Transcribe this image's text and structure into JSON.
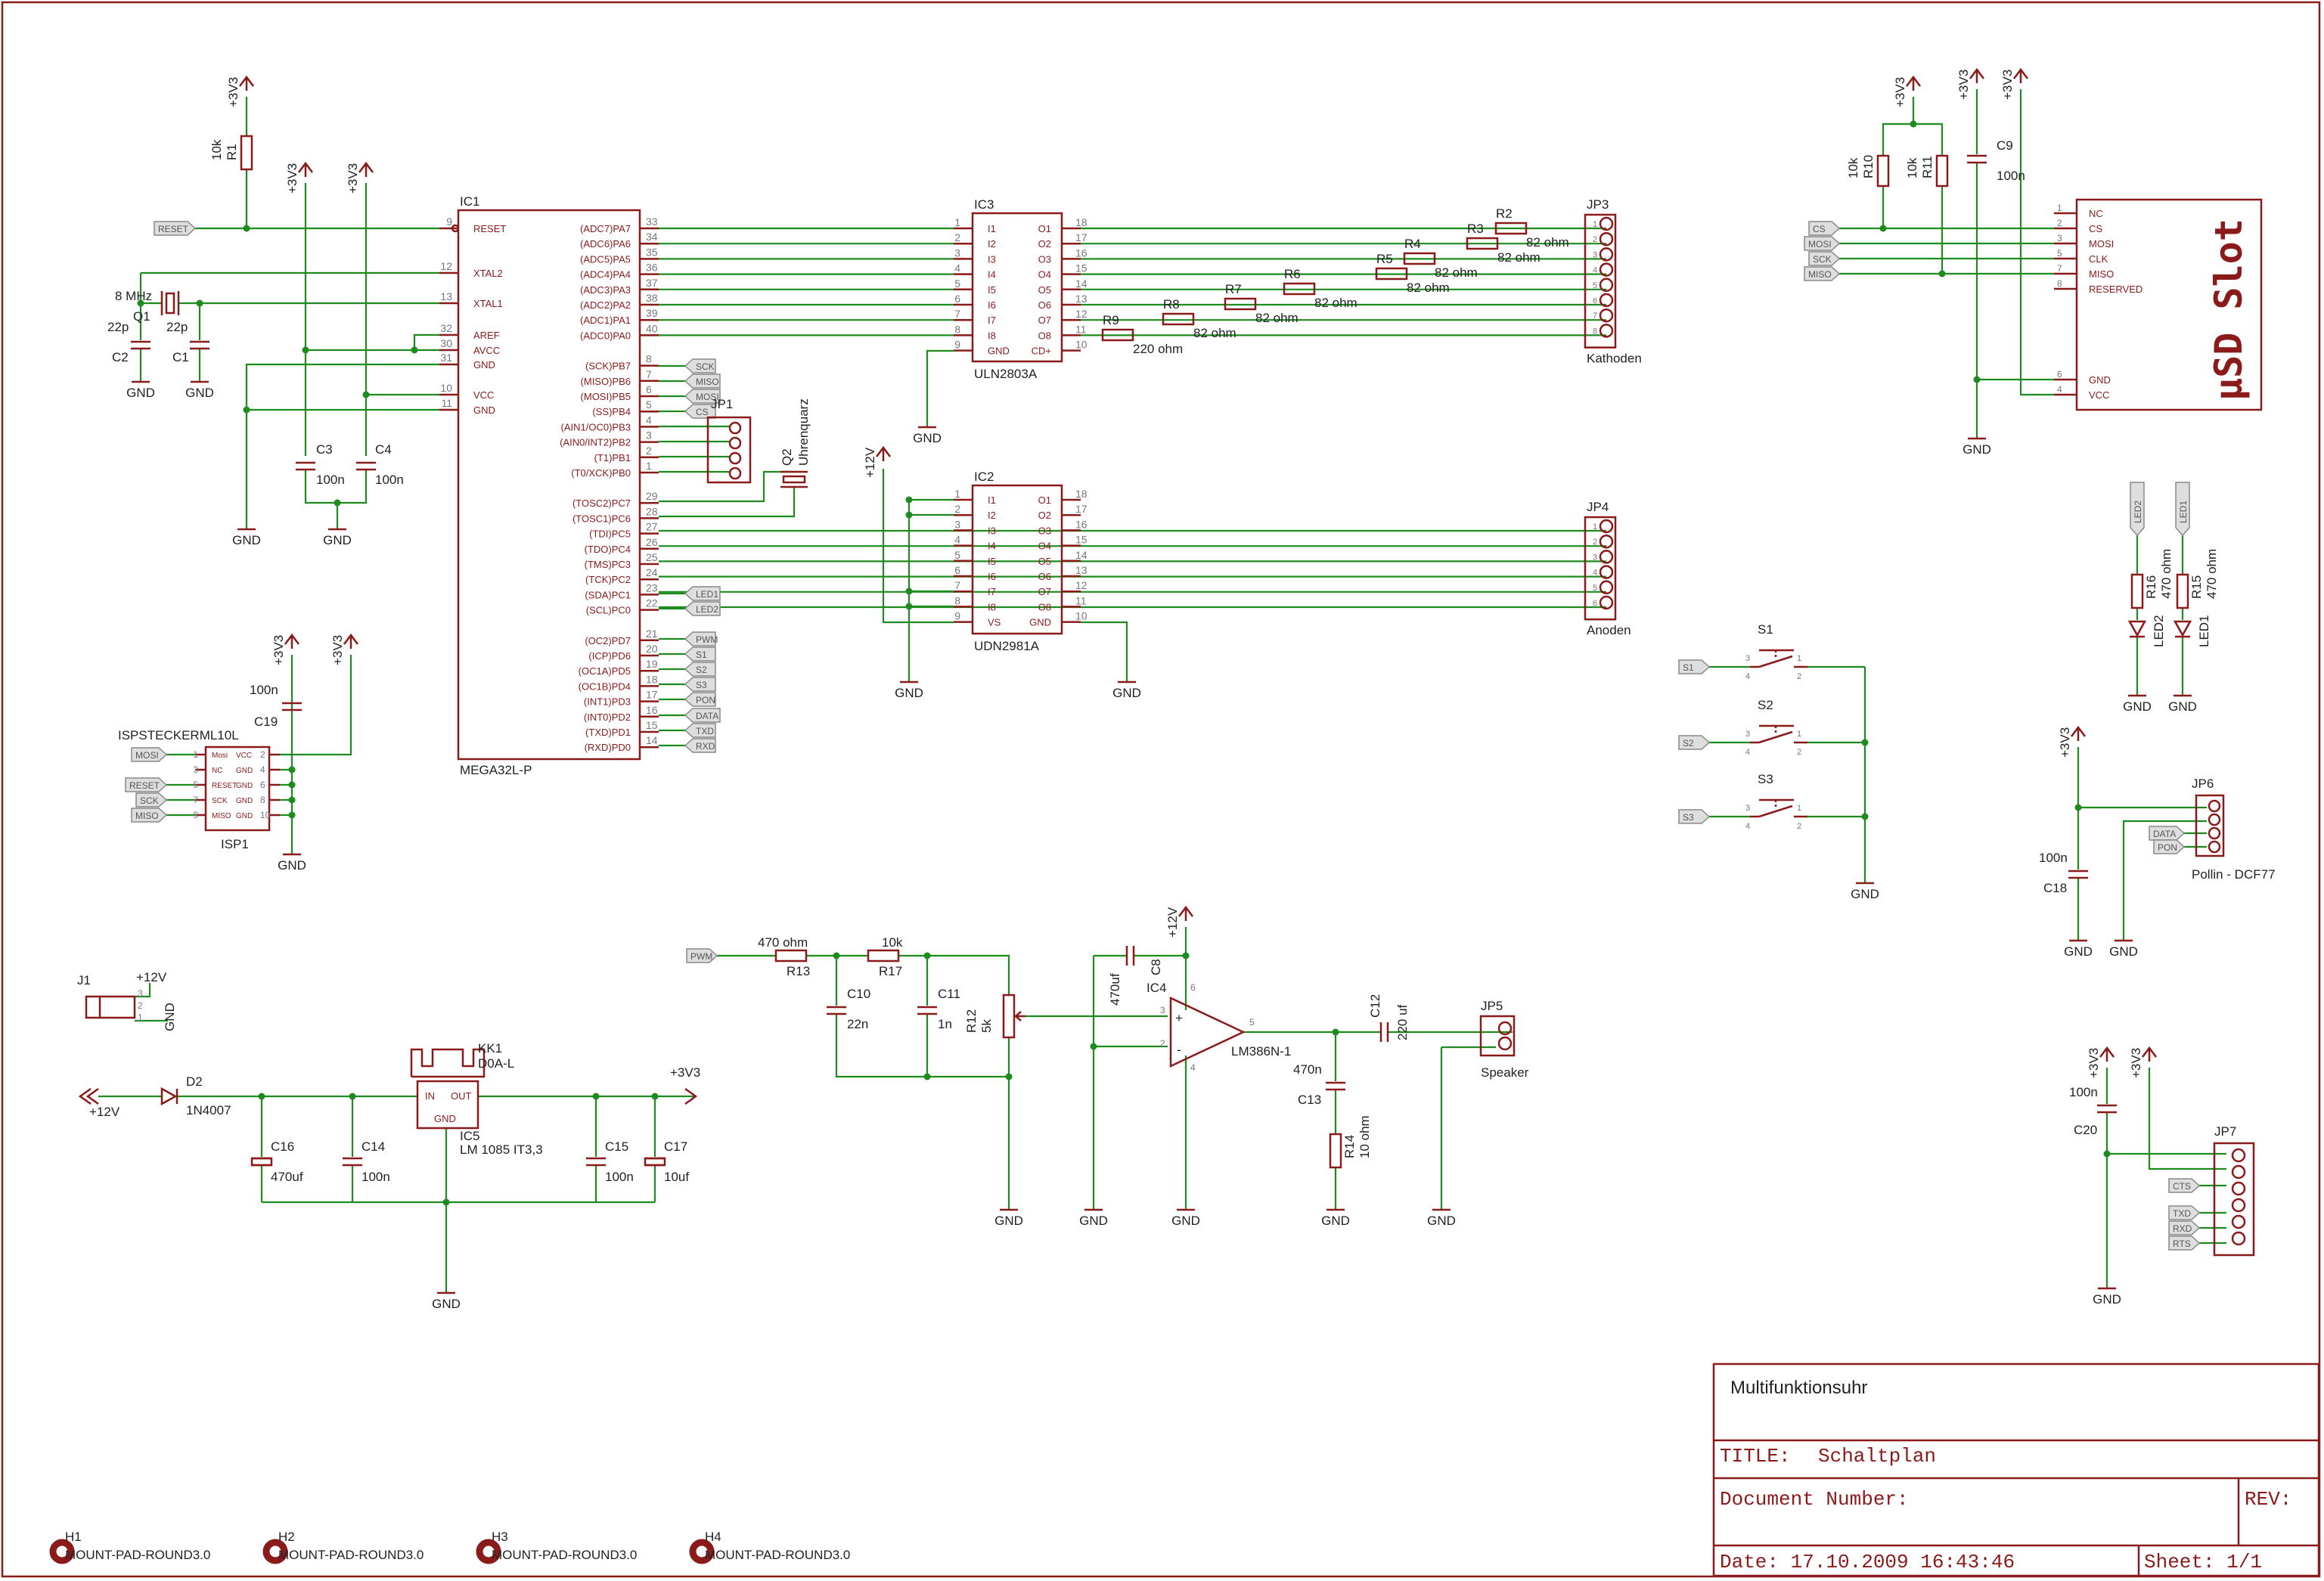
{
  "title_block": {
    "project": "Multifunktionsuhr",
    "title_label": "TITLE:",
    "title": "Schaltplan",
    "doc_number_label": "Document Number:",
    "rev_label": "REV:",
    "date": "Date: 17.10.2009 16:43:46",
    "sheet": "Sheet: 1/1"
  },
  "nets": {
    "v33": "+3V3",
    "v12": "+12V",
    "gnd": "GND"
  },
  "ic1": {
    "name": "IC1",
    "value": "MEGA32L-P",
    "left": [
      [
        "RESET",
        "9"
      ],
      [
        "XTAL2",
        "12"
      ],
      [
        "XTAL1",
        "13"
      ],
      [
        "AREF",
        "32"
      ],
      [
        "AVCC",
        "30"
      ],
      [
        "GND",
        "31"
      ],
      [
        "VCC",
        "10"
      ],
      [
        "GND",
        "11"
      ]
    ],
    "right": [
      [
        "(ADC7)PA7",
        "33"
      ],
      [
        "(ADC6)PA6",
        "34"
      ],
      [
        "(ADC5)PA5",
        "35"
      ],
      [
        "(ADC4)PA4",
        "36"
      ],
      [
        "(ADC3)PA3",
        "37"
      ],
      [
        "(ADC2)PA2",
        "38"
      ],
      [
        "(ADC1)PA1",
        "39"
      ],
      [
        "(ADC0)PA0",
        "40"
      ],
      [
        "(SCK)PB7",
        "8"
      ],
      [
        "(MISO)PB6",
        "7"
      ],
      [
        "(MOSI)PB5",
        "6"
      ],
      [
        "(SS)PB4",
        "5"
      ],
      [
        "(AIN1/OC0)PB3",
        "4"
      ],
      [
        "(AIN0/INT2)PB2",
        "3"
      ],
      [
        "(T1)PB1",
        "2"
      ],
      [
        "(T0/XCK)PB0",
        "1"
      ],
      [
        "(TOSC2)PC7",
        "29"
      ],
      [
        "(TOSC1)PC6",
        "28"
      ],
      [
        "(TDI)PC5",
        "27"
      ],
      [
        "(TDO)PC4",
        "26"
      ],
      [
        "(TMS)PC3",
        "25"
      ],
      [
        "(TCK)PC2",
        "24"
      ],
      [
        "(SDA)PC1",
        "23"
      ],
      [
        "(SCL)PC0",
        "22"
      ],
      [
        "(OC2)PD7",
        "21"
      ],
      [
        "(ICP)PD6",
        "20"
      ],
      [
        "(OC1A)PD5",
        "19"
      ],
      [
        "(OC1B)PD4",
        "18"
      ],
      [
        "(INT1)PD3",
        "17"
      ],
      [
        "(INT0)PD2",
        "16"
      ],
      [
        "(TXD)PD1",
        "15"
      ],
      [
        "(RXD)PD0",
        "14"
      ]
    ]
  },
  "ic1_tags": [
    "SCK",
    "MISO",
    "MOSI",
    "CS",
    "LED1",
    "LED2",
    "PWM",
    "S1",
    "S2",
    "S3",
    "PON",
    "DATA",
    "TXD",
    "RXD"
  ],
  "ic3": {
    "name": "IC3",
    "value": "ULN2803A",
    "left": [
      [
        "I1",
        "1"
      ],
      [
        "I2",
        "2"
      ],
      [
        "I3",
        "3"
      ],
      [
        "I4",
        "4"
      ],
      [
        "I5",
        "5"
      ],
      [
        "I6",
        "6"
      ],
      [
        "I7",
        "7"
      ],
      [
        "I8",
        "8"
      ],
      [
        "GND",
        "9"
      ]
    ],
    "right": [
      [
        "O1",
        "18"
      ],
      [
        "O2",
        "17"
      ],
      [
        "O3",
        "16"
      ],
      [
        "O4",
        "15"
      ],
      [
        "O5",
        "14"
      ],
      [
        "O6",
        "13"
      ],
      [
        "O7",
        "12"
      ],
      [
        "O8",
        "11"
      ],
      [
        "CD+",
        "10"
      ]
    ]
  },
  "ic2": {
    "name": "IC2",
    "value": "UDN2981A",
    "left": [
      [
        "I1",
        "1"
      ],
      [
        "I2",
        "2"
      ],
      [
        "I3",
        "3"
      ],
      [
        "I4",
        "4"
      ],
      [
        "I5",
        "5"
      ],
      [
        "I6",
        "6"
      ],
      [
        "I7",
        "7"
      ],
      [
        "I8",
        "8"
      ],
      [
        "VS",
        "9"
      ]
    ],
    "right": [
      [
        "O1",
        "18"
      ],
      [
        "O2",
        "17"
      ],
      [
        "O3",
        "16"
      ],
      [
        "O4",
        "15"
      ],
      [
        "O5",
        "14"
      ],
      [
        "O6",
        "13"
      ],
      [
        "O7",
        "12"
      ],
      [
        "O8",
        "11"
      ],
      [
        "GND",
        "10"
      ]
    ]
  },
  "jp3": {
    "name": "JP3",
    "label": "Kathoden",
    "pins": [
      "1",
      "2",
      "3",
      "4",
      "5",
      "6",
      "7",
      "8"
    ]
  },
  "jp4": {
    "name": "JP4",
    "label": "Anoden",
    "pins": [
      "1",
      "2",
      "3",
      "4",
      "5",
      "6"
    ]
  },
  "resistors": {
    "r1": [
      "R1",
      "10k"
    ],
    "r2": [
      "R2",
      "82 ohm"
    ],
    "r3": [
      "R3",
      "82 ohm"
    ],
    "r4": [
      "R4",
      "82 ohm"
    ],
    "r5": [
      "R5",
      "82 ohm"
    ],
    "r6": [
      "R6",
      "82 ohm"
    ],
    "r7": [
      "R7",
      "82 ohm"
    ],
    "r8": [
      "R8",
      "82 ohm"
    ],
    "r9": [
      "R9",
      "220 ohm"
    ],
    "r10": [
      "R10",
      "10k"
    ],
    "r11": [
      "R11",
      "10k"
    ],
    "r13": [
      "R13",
      "470 ohm"
    ],
    "r17": [
      "R17",
      "10k"
    ],
    "r12": [
      "R12",
      "5k"
    ],
    "r14": [
      "R14",
      "10 ohm"
    ],
    "r15": [
      "R15",
      "470 ohm"
    ],
    "r16": [
      "R16",
      "470 ohm"
    ]
  },
  "caps": {
    "c1": [
      "C1",
      "22p"
    ],
    "c2": [
      "C2",
      "22p"
    ],
    "c3": [
      "C3",
      "100n"
    ],
    "c4": [
      "C4",
      "100n"
    ],
    "c9": [
      "C9",
      "100n"
    ],
    "c19": [
      "C19",
      "100n"
    ],
    "c10": [
      "C10",
      "22n"
    ],
    "c11": [
      "C11",
      "1n"
    ],
    "c8": [
      "C8",
      "470uf"
    ],
    "c12": [
      "C12",
      "220 uf"
    ],
    "c13": [
      "C13",
      "470n"
    ],
    "c14": [
      "C14",
      "100n"
    ],
    "c15": [
      "C15",
      "100n"
    ],
    "c16": [
      "C16",
      "470uf"
    ],
    "c17": [
      "C17",
      "10uf"
    ],
    "c18": [
      "C18",
      "100n"
    ],
    "c20": [
      "C20",
      "100n"
    ]
  },
  "crystal": {
    "name": "Q1",
    "value": "8 MHz"
  },
  "q2": {
    "name": "Q2",
    "value": "Uhrenquarz"
  },
  "jp1": "JP1",
  "sd": {
    "title": "μSD Slot",
    "pins": [
      [
        "NC",
        "1"
      ],
      [
        "CS",
        "2"
      ],
      [
        "MOSI",
        "3"
      ],
      [
        "CLK",
        "5"
      ],
      [
        "MISO",
        "7"
      ],
      [
        "RESERVED",
        "8"
      ],
      [
        "GND",
        "6"
      ],
      [
        "VCC",
        "4"
      ]
    ],
    "tags": [
      "CS",
      "MOSI",
      "SCK",
      "MISO"
    ]
  },
  "leds": {
    "led1": "LED1",
    "led2": "LED2"
  },
  "switches": {
    "s1": "S1",
    "s2": "S2",
    "s3": "S3"
  },
  "jp6": {
    "name": "JP6",
    "label": "Pollin - DCF77",
    "tags": [
      "DATA",
      "PON"
    ]
  },
  "jp7": {
    "name": "JP7",
    "tags": [
      "CTS",
      "TXD",
      "RXD",
      "RTS"
    ]
  },
  "isp": {
    "name": "ISP1",
    "value": "ISPSTECKERML10L",
    "tags": [
      "MOSI",
      "RESET",
      "SCK",
      "MISO"
    ],
    "pin_names": [
      "Mosi",
      "VCC",
      "NC",
      "GND",
      "RESET",
      "GND",
      "SCK",
      "GND",
      "MISO",
      "GND"
    ],
    "pins": [
      "1",
      "2",
      "3",
      "4",
      "5",
      "6",
      "7",
      "8",
      "9",
      "10"
    ]
  },
  "reset_tag": "RESET",
  "pwm_tag": "PWM",
  "amp": {
    "name": "IC4",
    "value": "LM386N-1",
    "pins": [
      "3",
      "2",
      "5",
      "6",
      "4"
    ]
  },
  "jp5": {
    "name": "JP5",
    "label": "Speaker"
  },
  "j1": {
    "name": "J1",
    "pins": [
      "3",
      "2",
      "1"
    ]
  },
  "d2": {
    "name": "D2",
    "value": "1N4007"
  },
  "kk1": {
    "name": "KK1",
    "value": "D0A-L"
  },
  "ic5": {
    "name": "IC5",
    "value": "LM 1085 IT3,3",
    "pins": [
      "IN",
      "OUT",
      "GND"
    ]
  },
  "holes": [
    [
      "H1",
      "MOUNT-PAD-ROUND3.0"
    ],
    [
      "H2",
      "MOUNT-PAD-ROUND3.0"
    ],
    [
      "H3",
      "MOUNT-PAD-ROUND3.0"
    ],
    [
      "H4",
      "MOUNT-PAD-ROUND3.0"
    ]
  ]
}
